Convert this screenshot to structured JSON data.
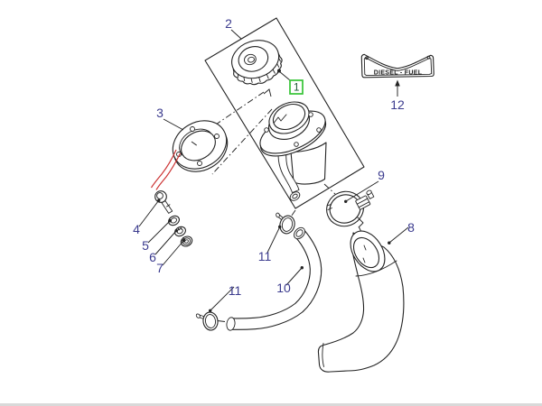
{
  "callouts": [
    {
      "label": "1",
      "highlighted": true
    },
    {
      "label": "2"
    },
    {
      "label": "3"
    },
    {
      "label": "4"
    },
    {
      "label": "5"
    },
    {
      "label": "6"
    },
    {
      "label": "7"
    },
    {
      "label": "8"
    },
    {
      "label": "9"
    },
    {
      "label": "10"
    },
    {
      "label": "11"
    },
    {
      "label": "11"
    },
    {
      "label": "12"
    }
  ],
  "badge": {
    "text": "DIESEL - FUEL"
  },
  "colors": {
    "line": "#232323",
    "label": "#3b3b8e",
    "highlight": "#35c435",
    "hltext": "#14532d",
    "wire": "#cc3333"
  }
}
